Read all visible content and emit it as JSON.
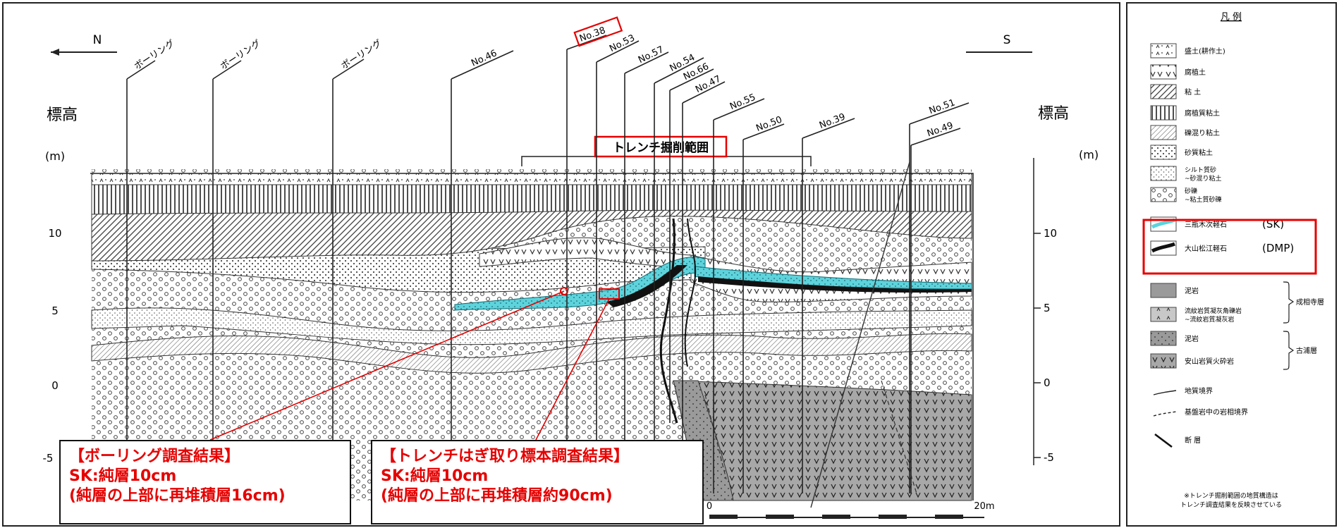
{
  "section": {
    "north": "N",
    "south": "S",
    "elevation_left": "標高",
    "elevation_right": "標高",
    "unit_left": "(m)",
    "unit_right": "(m)",
    "elev_ticks_left": [
      "10",
      "5",
      "0",
      "-5"
    ],
    "elev_ticks_right": [
      "10",
      "5",
      "0",
      "-5"
    ],
    "trench_range": "トレンチ掘削範囲",
    "scale_start": "0",
    "scale_end": "20m",
    "boreholes": [
      {
        "label": "ボーリング"
      },
      {
        "label": "ボーリング"
      },
      {
        "label": "ボーリング"
      },
      {
        "label": "No.46"
      },
      {
        "label": "No.38",
        "highlight": true
      },
      {
        "label": "No.53"
      },
      {
        "label": "No.57"
      },
      {
        "label": "No.54"
      },
      {
        "label": "No.66"
      },
      {
        "label": "No.47"
      },
      {
        "label": "No.55"
      },
      {
        "label": "No.50"
      },
      {
        "label": "No.39"
      },
      {
        "label": "No.51"
      },
      {
        "label": "No.49"
      }
    ]
  },
  "legend": {
    "title": "凡 例",
    "items": [
      {
        "label": "盛土(耕作土)",
        "pattern": "fill"
      },
      {
        "label": "腐植土",
        "pattern": "humus"
      },
      {
        "label": "粘 土",
        "pattern": "hatch"
      },
      {
        "label": "腐植質粘土",
        "pattern": "vlines"
      },
      {
        "label": "礫混り粘土",
        "pattern": "hatch2"
      },
      {
        "label": "砂質粘土",
        "pattern": "dots"
      },
      {
        "label": "シルト質砂 ~砂混り粘土",
        "pattern": "finedots"
      },
      {
        "label": "砂礫 ~粘土質砂礫",
        "pattern": "circles"
      },
      {
        "label": "三瓶木次軽石",
        "tag": "(SK)",
        "pattern": "cyan",
        "highlight": true
      },
      {
        "label": "大山松江軽石",
        "tag": "(DMP)",
        "pattern": "black",
        "highlight": true
      },
      {
        "label": "泥岩",
        "pattern": "gray",
        "group": "成相寺層"
      },
      {
        "label": "流紋岩質凝灰角礫岩 ~流紋岩質凝灰岩",
        "pattern": "tuff",
        "group": "成相寺層"
      },
      {
        "label": "泥岩",
        "pattern": "graydots",
        "group": "古浦層"
      },
      {
        "label": "安山岩質火砕岩",
        "pattern": "volc",
        "group": "古浦層"
      },
      {
        "label": "地質境界",
        "pattern": "line"
      },
      {
        "label": "基盤岩中の岩相境界",
        "pattern": "dashline"
      },
      {
        "label": "断 層",
        "pattern": "fault"
      }
    ],
    "groups": [
      "成相寺層",
      "古浦層"
    ],
    "note": "※トレンチ掘削範囲の地質構造はトレンチ調査結果を反映させている"
  },
  "callouts": [
    {
      "title": "【ボーリング調査結果】",
      "line1": "SK:純層10cm",
      "line2": "(純層の上部に再堆積層16cm)"
    },
    {
      "title": "【トレンチはぎ取り標本調査結果】",
      "line1": "SK:純層10cm",
      "line2": "(純層の上部に再堆積層約90cm)"
    }
  ],
  "colors": {
    "highlight": "#e60000",
    "pumice_sk": "#5ed3dc",
    "pumice_dmp": "#111111",
    "bedrock": "#9a9a9a"
  }
}
